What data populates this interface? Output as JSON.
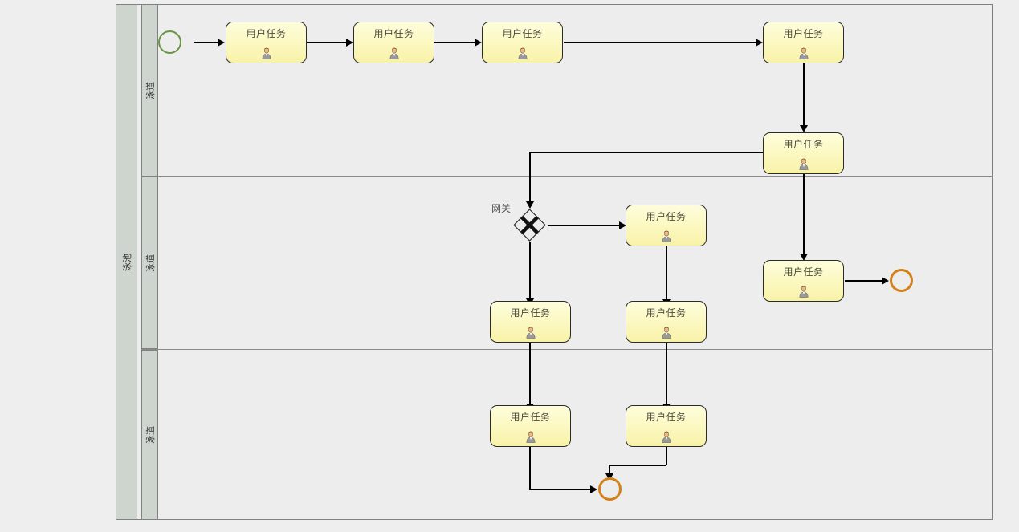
{
  "diagram": {
    "type": "bpmn-process",
    "pool": {
      "label": "泳池"
    },
    "lanes": [
      {
        "label": "泳道"
      },
      {
        "label": "泳道"
      },
      {
        "label": "泳道"
      }
    ],
    "events": [
      {
        "kind": "start-event",
        "name": "start-event",
        "color": "#6a9645"
      },
      {
        "kind": "end-event",
        "name": "end-event-right",
        "color": "#d2811a"
      },
      {
        "kind": "end-event",
        "name": "end-event-bottom",
        "color": "#d2811a"
      }
    ],
    "gateway": {
      "label": "网关",
      "kind": "exclusive-gateway",
      "symbol": "X"
    },
    "tasks": [
      {
        "label": "用户任务",
        "icon": "user-icon",
        "lane": 1
      },
      {
        "label": "用户任务",
        "icon": "user-icon",
        "lane": 1
      },
      {
        "label": "用户任务",
        "icon": "user-icon",
        "lane": 1
      },
      {
        "label": "用户任务",
        "icon": "user-icon",
        "lane": 1
      },
      {
        "label": "用户任务",
        "icon": "user-icon",
        "lane": 1
      },
      {
        "label": "用户任务",
        "icon": "user-icon",
        "lane": 2
      },
      {
        "label": "用户任务",
        "icon": "user-icon",
        "lane": 2
      },
      {
        "label": "用户任务",
        "icon": "user-icon",
        "lane": 2
      },
      {
        "label": "用户任务",
        "icon": "user-icon",
        "lane": 2
      },
      {
        "label": "用户任务",
        "icon": "user-icon",
        "lane": 3
      },
      {
        "label": "用户任务",
        "icon": "user-icon",
        "lane": 3
      }
    ],
    "colors": {
      "task_fill": "#fbf8c0",
      "task_border": "#2b2b2b",
      "start_border": "#6a9645",
      "end_border": "#d2811a",
      "lane_header": "#ced4ce",
      "pool_fill": "#ededed",
      "canvas": "#eeeeee"
    }
  }
}
